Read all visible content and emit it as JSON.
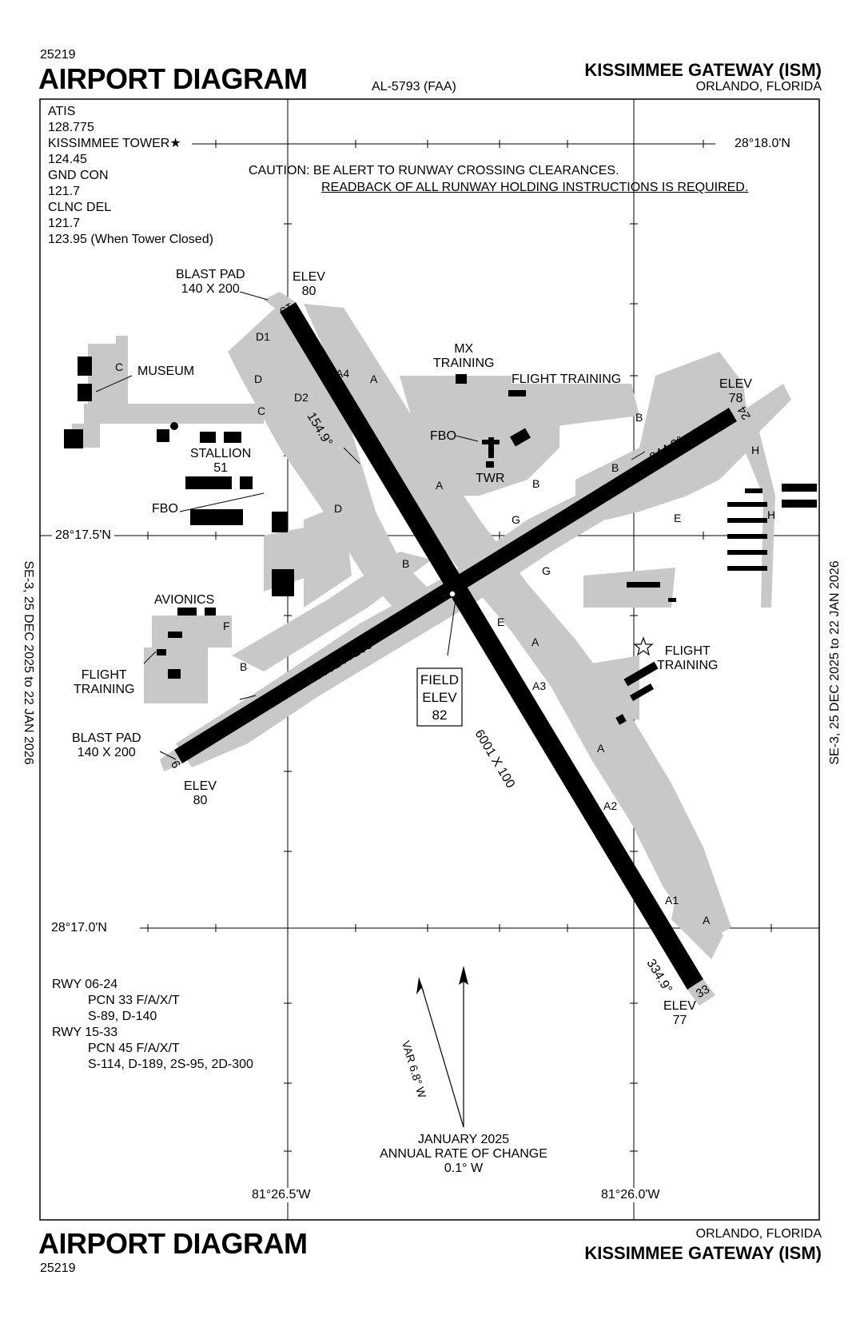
{
  "header": {
    "chart_number": "25219",
    "title": "AIRPORT DIAGRAM",
    "al_number": "AL-5793 (FAA)",
    "airport_name": "KISSIMMEE GATEWAY (ISM)",
    "city": "ORLANDO, FLORIDA"
  },
  "footer": {
    "title": "AIRPORT DIAGRAM",
    "chart_number": "25219",
    "city": "ORLANDO, FLORIDA",
    "airport_name": "KISSIMMEE GATEWAY (ISM)"
  },
  "side_notes": {
    "left": "SE-3,  25 DEC 2025  to  22 JAN 2026",
    "right": "SE-3,  25 DEC 2025  to  22 JAN 2026"
  },
  "frequencies": [
    "ATIS",
    "128.775",
    "KISSIMMEE TOWER",
    "124.45",
    "GND CON",
    "121.7",
    "CLNC DEL",
    "121.7",
    "123.95 (When Tower Closed)"
  ],
  "caution": {
    "line1": "CAUTION: BE ALERT TO RUNWAY CROSSING CLEARANCES.",
    "line2": "READBACK OF ALL RUNWAY HOLDING INSTRUCTIONS IS REQUIRED."
  },
  "coordinates": {
    "lat_top": "28°18.0'N",
    "lat_mid": "28°17.5'N",
    "lat_bottom": "28°17.0'N",
    "lon_left": "81°26.5'W",
    "lon_right": "81°26.0'W"
  },
  "runways": {
    "rwy_15_33": {
      "label_15": "15",
      "label_33": "33",
      "dimensions": "6001 X 100",
      "heading_15": "154.9°",
      "heading_33": "334.9°",
      "elev_15_label": "ELEV",
      "elev_15": "80",
      "elev_33_label": "ELEV",
      "elev_33": "77"
    },
    "rwy_06_24": {
      "label_6": "6",
      "label_24": "24",
      "dimensions": "5001 X 100",
      "heading_06": "064.9°",
      "heading_24": "244.9°",
      "elev_6_label": "ELEV",
      "elev_6": "80",
      "elev_24_label": "ELEV",
      "elev_24": "78"
    }
  },
  "field_elev": {
    "line1": "FIELD",
    "line2": "ELEV",
    "value": "82"
  },
  "blast_pads": {
    "top_line1": "BLAST PAD",
    "top_line2": "140 X 200",
    "bottom_line1": "BLAST PAD",
    "bottom_line2": "140 X 200"
  },
  "facilities": {
    "museum": "MUSEUM",
    "stallion_line1": "STALLION",
    "stallion_line2": "51",
    "fbo_left": "FBO",
    "fbo_center": "FBO",
    "twr": "TWR",
    "mx_line1": "MX",
    "mx_line2": "TRAINING",
    "flight_training_top": "FLIGHT TRAINING",
    "avionics": "AVIONICS",
    "flight_training_left_line1": "FLIGHT",
    "flight_training_left_line2": "TRAINING",
    "flight_training_right_line1": "FLIGHT",
    "flight_training_right_line2": "TRAINING"
  },
  "taxiways": [
    "D1",
    "D",
    "C",
    "D2",
    "A4",
    "A",
    "A",
    "B",
    "G",
    "G",
    "B",
    "E",
    "E",
    "A",
    "A3",
    "A",
    "A2",
    "A1",
    "A",
    "B",
    "D",
    "F",
    "B",
    "C",
    "H",
    "H",
    "B"
  ],
  "runway_data": {
    "lines1": "RWY 06-24",
    "lines2": "PCN 33 F/A/X/T",
    "lines3": "S-89, D-140",
    "lines4": "RWY 15-33",
    "lines5": "PCN 45 F/A/X/T",
    "lines6": "S-114, D-189, 2S-95, 2D-300"
  },
  "magnetic": {
    "variation": "VAR 6.8° W",
    "line1": "JANUARY 2025",
    "line2": "ANNUAL RATE OF CHANGE",
    "line3": "0.1° W"
  },
  "colors": {
    "runway": "#000000",
    "taxiway": "#c8c8c8",
    "background": "#ffffff"
  }
}
